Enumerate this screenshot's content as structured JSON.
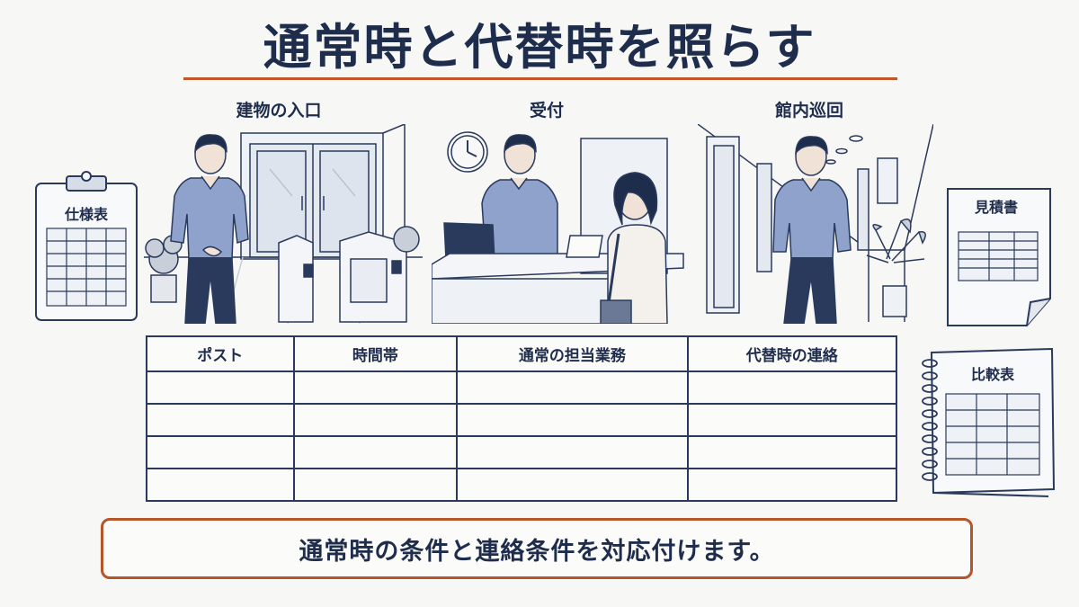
{
  "title": "通常時と代替時を照らす",
  "scenes": [
    {
      "label": "建物の入口"
    },
    {
      "label": "受付"
    },
    {
      "label": "館内巡回"
    }
  ],
  "documents": {
    "spec": "仕様表",
    "estimate": "見積書",
    "comparison": "比較表"
  },
  "table": {
    "headers": [
      "ポスト",
      "時間帯",
      "通常の担当業務",
      "代替時の連絡"
    ],
    "rows": [
      [
        "",
        "",
        "",
        ""
      ],
      [
        "",
        "",
        "",
        ""
      ],
      [
        "",
        "",
        "",
        ""
      ],
      [
        "",
        "",
        "",
        ""
      ]
    ]
  },
  "caption": "通常時の条件と連絡条件を対応付けます。",
  "colors": {
    "accent": "#c1582a",
    "ink": "#1f2d4d",
    "shirt": "#8fa2cc"
  }
}
